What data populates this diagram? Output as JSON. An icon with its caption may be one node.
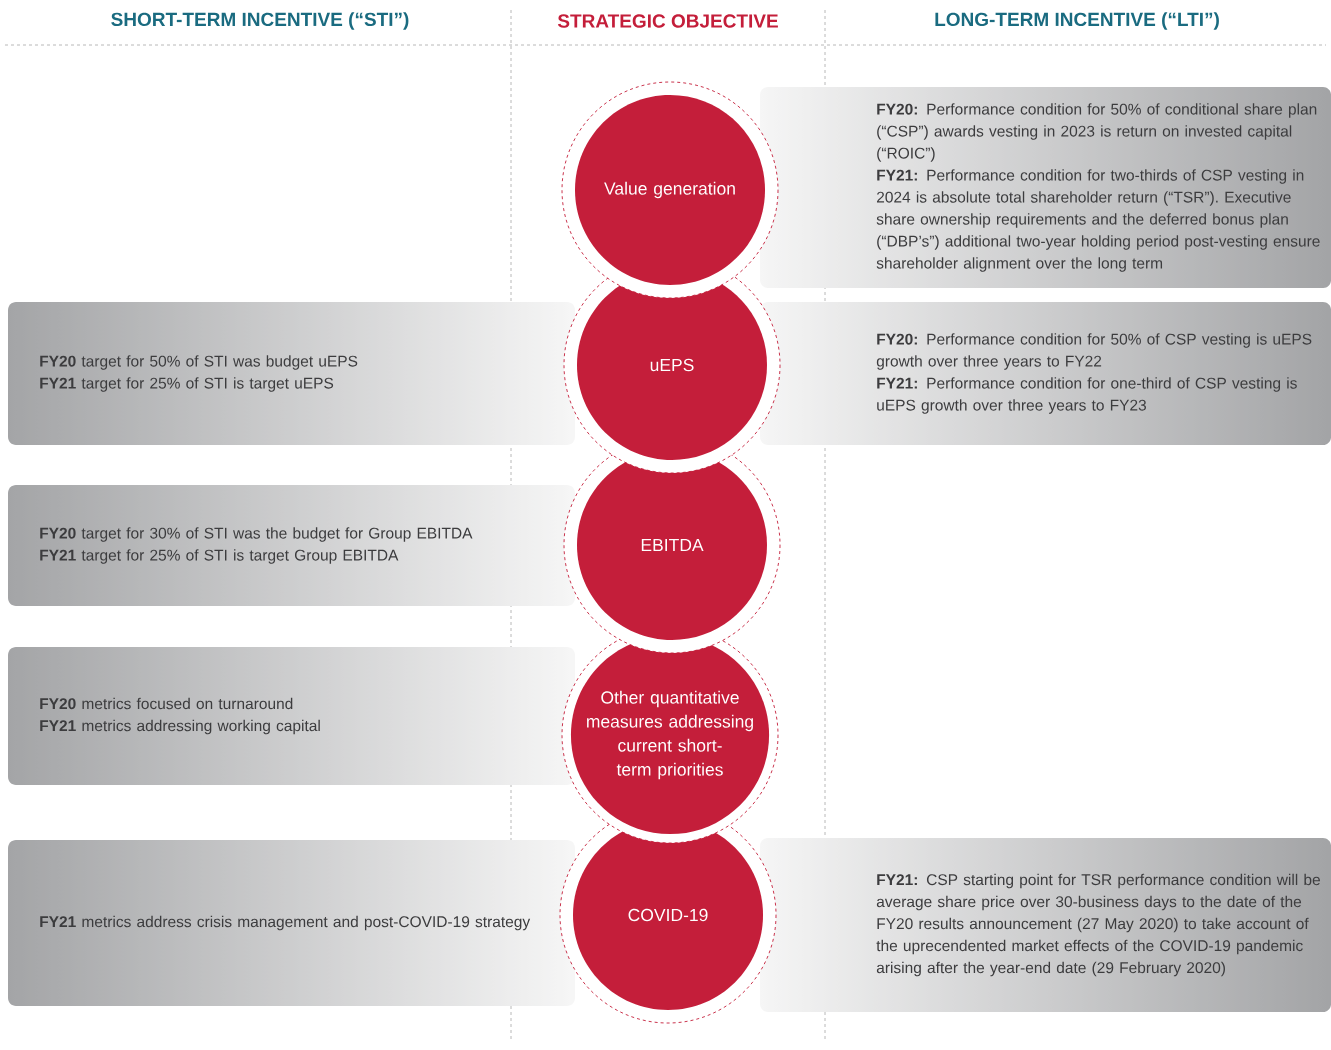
{
  "diagram": {
    "nodes": [
      {
        "text": [
          "Value generation"
        ]
      },
      {
        "text": [
          "uEPS"
        ]
      },
      {
        "text": [
          "EBITDA"
        ]
      },
      {
        "text": [
          "Other quantitative measures addressing current short-term priorities"
        ]
      },
      {
        "text": [
          "COVID-19"
        ]
      },
      {
        "text": [
          "**FY20** target for 50% of STI was budget uEPS",
          "**FY21** target for 25% of STI is target uEPS"
        ]
      },
      {
        "text": [
          "**FY20** target for 30% of STI was the budget for Group EBITDA",
          "**FY21** target for 25% of STI is target Group EBITDA"
        ]
      },
      {
        "text": [
          "**FY20** metrics focused on turnaround",
          "**FY21** metrics addressing working capital"
        ]
      },
      {
        "text": [
          "**FY21** metrics address crisis management and post-COVID-19 strategy"
        ]
      },
      {
        "text": [
          "**FY20:** Performance condition for 50% of conditional share plan (“CSP”) awards vesting in 2023 is return on invested capital (“ROIC”)",
          "**FY21:** Performance condition for two-thirds of CSP vesting in 2024 is absolute total shareholder return (“TSR”). Executive share ownership requirements and the deferred bonus plan (“DBP’s”) additional two-year holding period post-vesting ensure shareholder alignment over the long term"
        ]
      },
      {
        "text": [
          "**FY20:** Performance condition for 50% of CSP vesting is uEPS growth over three years to FY22",
          "**FY21:** Performance condition for one-third of CSP vesting is uEPS growth over three years to FY23"
        ]
      },
      {
        "text": [
          "**FY21:** CSP starting point for TSR performance condition will be average share price over 30-business days to the date of the FY20 results announcement (27 May 2020) to take account of the uprecendented market effects of the COVID-19 pandemic arising after the year-end date (29 February 2020)"
        ]
      }
    ],
    "labels": [
      "SHORT-TERM INCENTIVE (“STI”)",
      "STRATEGIC OBJECTIVE",
      "LONG-TERM INCENTIVE (“LTI”)"
    ]
  }
}
